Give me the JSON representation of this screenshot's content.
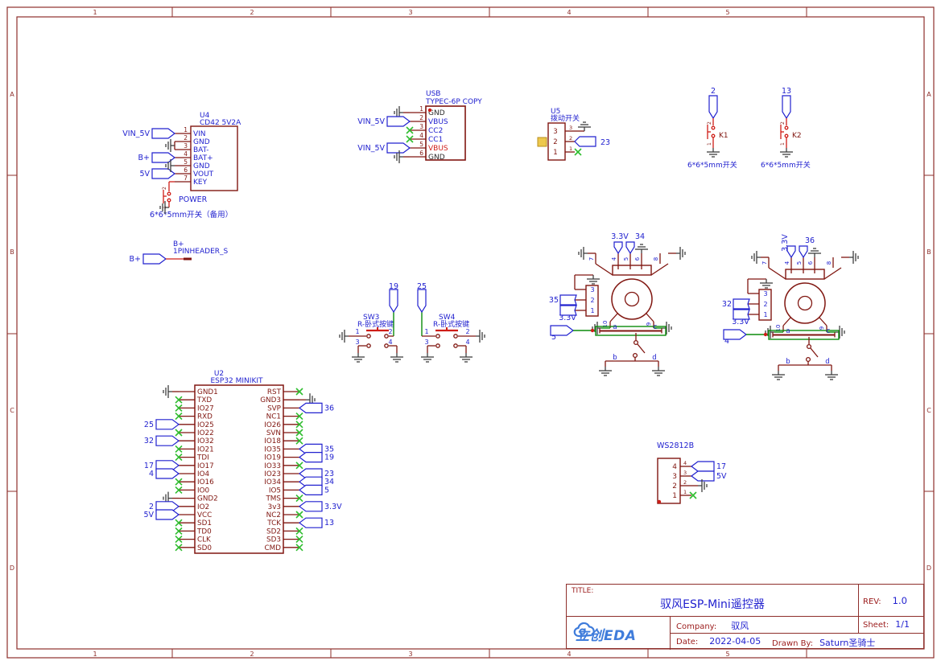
{
  "frame": {
    "columns": [
      "1",
      "2",
      "3",
      "4",
      "5"
    ],
    "rows": [
      "A",
      "B",
      "C",
      "D"
    ]
  },
  "title_block": {
    "title_label": "TITLE:",
    "title": "驭风ESP-Mini遥控器",
    "rev_label": "REV:",
    "rev": "1.0",
    "company_label": "Company:",
    "company": "驭风",
    "sheet_label": "Sheet:",
    "sheet": "1/1",
    "date_label": "Date:",
    "date": "2022-04-05",
    "drawn_label": "Drawn By:",
    "drawn_by": "Saturn圣骑士",
    "logo_text": "立创EDA"
  },
  "u4": {
    "ref": "U4",
    "value": "CD42 5V2A",
    "pins": [
      {
        "num": "1",
        "name": "VIN",
        "net": "VIN_5V"
      },
      {
        "num": "2",
        "name": "GND",
        "gnd": true
      },
      {
        "num": "3",
        "name": "BAT-",
        "gnd": true
      },
      {
        "num": "4",
        "name": "BAT+",
        "net": "B+"
      },
      {
        "num": "5",
        "name": "GND",
        "gnd": true
      },
      {
        "num": "6",
        "name": "VOUT",
        "net": "5V"
      },
      {
        "num": "7",
        "name": "KEY"
      }
    ],
    "switch_label": "POWER",
    "switch_pins": [
      "2",
      "1"
    ],
    "note": "6*6*5mm开关（备用）"
  },
  "usb": {
    "ref": "USB",
    "value": "TYPEC-6P COPY",
    "pins": [
      {
        "num": "1",
        "name": "GND",
        "color": "dark",
        "gnd": true
      },
      {
        "num": "2",
        "name": "VBUS",
        "color": "blue",
        "net": "VIN_5V"
      },
      {
        "num": "3",
        "name": "CC2",
        "color": "blue",
        "nc": true
      },
      {
        "num": "4",
        "name": "CC1",
        "color": "blue",
        "nc": true
      },
      {
        "num": "5",
        "name": "VBUS",
        "color": "red",
        "net": "VIN_5V"
      },
      {
        "num": "6",
        "name": "GND",
        "color": "dark",
        "gnd": true
      }
    ]
  },
  "u5": {
    "ref": "U5",
    "value": "拨动开关",
    "pins": [
      "3",
      "2",
      "1"
    ],
    "net": "23"
  },
  "k1": {
    "ref": "K1",
    "net": "2",
    "switch_pins": [
      "2",
      "1"
    ],
    "note": "6*6*5mm开关"
  },
  "k2": {
    "ref": "K2",
    "net": "13",
    "switch_pins": [
      "2",
      "1"
    ],
    "note": "6*6*5mm开关"
  },
  "header_bplus": {
    "ref": "B+",
    "value": "1PINHEADER_S",
    "net": "B+"
  },
  "sw3": {
    "ref": "SW3",
    "value": "R-卧式按键",
    "net": "19",
    "pins": [
      "1",
      "2",
      "3",
      "4"
    ]
  },
  "sw4": {
    "ref": "SW4",
    "value": "R-卧式按键",
    "net": "25",
    "pins": [
      "1",
      "2",
      "3",
      "4"
    ]
  },
  "joystick1": {
    "net_top_1": "3.3V",
    "net_top_2": "34",
    "net_left_mid": "35",
    "net_left_low": "3.3V",
    "net_switch": "5",
    "top_pins": [
      "7",
      "4",
      "5",
      "6",
      "8"
    ],
    "left_pins": [
      "3",
      "2",
      "1"
    ],
    "bottom_pins": [
      "10",
      "9"
    ],
    "switch_pins_top": [
      "a",
      "c"
    ],
    "switch_pins_bottom": [
      "b",
      "d"
    ]
  },
  "joystick2": {
    "net_top_1": "3.3V",
    "net_top_2": "36",
    "net_left_mid": "32",
    "net_left_low": "3.3V",
    "net_switch": "4",
    "top_pins": [
      "7",
      "4",
      "5",
      "6",
      "8"
    ],
    "left_pins": [
      "3",
      "2",
      "1"
    ],
    "bottom_pins": [
      "10",
      "9"
    ],
    "switch_pins_top": [
      "a",
      "c"
    ],
    "switch_pins_bottom": [
      "b",
      "d"
    ]
  },
  "u2": {
    "ref": "U2",
    "value": "ESP32 MINIKIT",
    "left_pins": [
      {
        "name": "GND1",
        "gnd": true
      },
      {
        "name": "TXD",
        "nc": true
      },
      {
        "name": "IO27",
        "nc": true
      },
      {
        "name": "RXD",
        "nc": true
      },
      {
        "name": "IO25",
        "net": "25"
      },
      {
        "name": "IO22",
        "nc": true
      },
      {
        "name": "IO32",
        "net": "32"
      },
      {
        "name": "IO21",
        "nc": true
      },
      {
        "name": "TDI",
        "nc": true
      },
      {
        "name": "IO17",
        "net": "17"
      },
      {
        "name": "IO4",
        "net": "4"
      },
      {
        "name": "IO16",
        "nc": true
      },
      {
        "name": "IO0",
        "nc": true
      },
      {
        "name": "GND2",
        "gnd": true
      },
      {
        "name": "IO2",
        "net": "2"
      },
      {
        "name": "VCC",
        "net": "5V"
      },
      {
        "name": "SD1",
        "nc": true
      },
      {
        "name": "TD0",
        "nc": true
      },
      {
        "name": "CLK",
        "nc": true
      },
      {
        "name": "SD0",
        "nc": true
      }
    ],
    "right_pins": [
      {
        "name": "RST",
        "nc": true
      },
      {
        "name": "GND3",
        "gnd": true
      },
      {
        "name": "SVP",
        "net": "36"
      },
      {
        "name": "NC1",
        "nc": true
      },
      {
        "name": "IO26",
        "nc": true
      },
      {
        "name": "SVN",
        "nc": true
      },
      {
        "name": "IO18",
        "nc": true
      },
      {
        "name": "IO35",
        "net": "35"
      },
      {
        "name": "IO19",
        "net": "19"
      },
      {
        "name": "IO33",
        "nc": true
      },
      {
        "name": "IO23",
        "net": "23"
      },
      {
        "name": "IO34",
        "net": "34"
      },
      {
        "name": "IO5",
        "net": "5"
      },
      {
        "name": "TMS",
        "nc": true
      },
      {
        "name": "3v3",
        "net": "3.3V"
      },
      {
        "name": "NC2",
        "nc": true
      },
      {
        "name": "TCK",
        "net": "13"
      },
      {
        "name": "SD2",
        "nc": true
      },
      {
        "name": "SD3",
        "nc": true
      },
      {
        "name": "CMD",
        "nc": true
      }
    ]
  },
  "ws2812b": {
    "label": "WS2812B",
    "pins": [
      {
        "num": "4",
        "net": "17"
      },
      {
        "num": "3",
        "net": "5V"
      },
      {
        "num": "2",
        "gnd": true
      },
      {
        "num": "1",
        "nc": true
      }
    ]
  },
  "colors": {
    "maroon": "#801610",
    "red": "#cf1d17",
    "blue": "#2121cf",
    "green": "#0b8c0b",
    "nc": "#2fbd2f",
    "dark": "#3f3f3f",
    "frame": "#8e2f2b",
    "yellow": "#edc84d",
    "logo": "#3f7cdb",
    "name_dark": "#2b2b2b"
  }
}
